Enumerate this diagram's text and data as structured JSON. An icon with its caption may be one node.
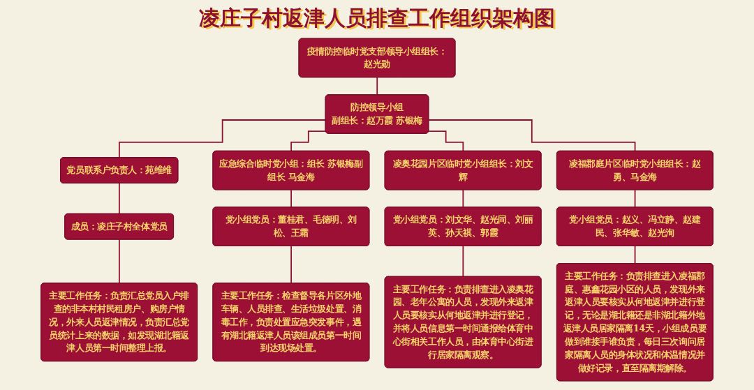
{
  "diagram": {
    "title": "凌庄子村返津人员排查工作组织架构图",
    "nodes": [
      {
        "text": [
          "疫情防控临时党支部领导小组组长：赵光勋"
        ]
      },
      {
        "text": [
          "防控领导小组",
          "副组长：赵万霞 苏银梅"
        ]
      },
      {
        "text": [
          "党员联系户负责人：苑维维"
        ]
      },
      {
        "text": [
          "应急综合临时党小组：组长 苏银梅副组长 马金海"
        ]
      },
      {
        "text": [
          "凌奥花园片区临时党小组组长：刘文辉"
        ]
      },
      {
        "text": [
          "凌福郡庭片区临时党小组组长：赵勇、马金海"
        ]
      },
      {
        "text": [
          "成员：凌庄子村全体党员"
        ]
      },
      {
        "text": [
          "党小组党员：董桂君、毛德明、刘松、王霜"
        ]
      },
      {
        "text": [
          "党小组党员：刘文华、赵光同、刘丽英、孙天祺、郭霞"
        ]
      },
      {
        "text": [
          "党小组党员：赵义、冯立静、赵建民、张华敏、赵光洵"
        ]
      },
      {
        "text": [
          "主要工作任务：负责汇总党员入户排查的非本村村民租房户、购房户情况，外来人员返津情况，负责汇总党员统计上来的数据，如发现湖北籍返津人员第一时间整理上报。"
        ]
      },
      {
        "text": [
          "主要工作任务：检查督导各片区外地车辆、人员排查、生活垃圾处置、消毒工作，负责处置应急突发事件，遇有湖北籍返津人员该组成员第一时间到达现场处置。"
        ]
      },
      {
        "text": [
          "主要工作任务：负责排查进入凌奥花园、老年公寓的人员，发现外来返津人员要核实从何地返津并进行登记，并将人员信息第一时间通报给体育中心街相关工作人员，由体育中心街进行居家隔离观察。"
        ]
      },
      {
        "text": [
          "主要工作任务：负责排查进入凌福郡庭、惠鑫花园小区的人员，发现外来返津人员要核实从何地返津并进行登记，无论是湖北籍还是非湖北籍外地返津人员居家隔离14天，小组成员要做到谁接手谁负责，每日三次询问居家隔离人员的身体状况和体温情况并做好记录，直至隔离期解除。"
        ]
      }
    ],
    "edges": [
      {
        "from": 0,
        "to": 1,
        "arrow": "none"
      },
      {
        "from": 1,
        "to": 2,
        "arrow": "none"
      },
      {
        "from": 1,
        "to": 3,
        "arrow": "none"
      },
      {
        "from": 1,
        "to": 4,
        "arrow": "none"
      },
      {
        "from": 1,
        "to": 5,
        "arrow": "none"
      },
      {
        "from": 2,
        "to": 6,
        "arrow": "none"
      },
      {
        "from": 3,
        "to": 7,
        "arrow": "none"
      },
      {
        "from": 4,
        "to": 8,
        "arrow": "none"
      },
      {
        "from": 5,
        "to": 9,
        "arrow": "none"
      },
      {
        "from": 6,
        "to": 10,
        "arrow": "none"
      },
      {
        "from": 7,
        "to": 11,
        "arrow": "none"
      },
      {
        "from": 8,
        "to": 12,
        "arrow": "none"
      },
      {
        "from": 9,
        "to": 13,
        "arrow": "none"
      }
    ]
  }
}
